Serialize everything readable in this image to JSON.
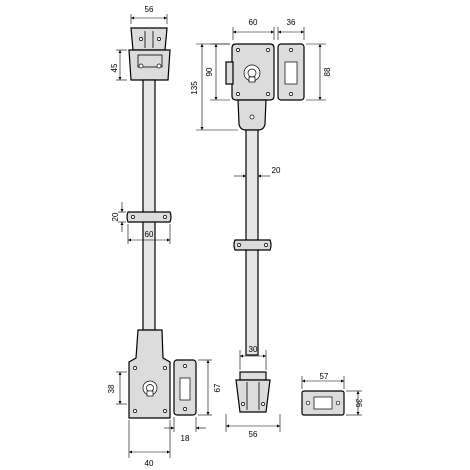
{
  "dimensions": {
    "left_top_width": "56",
    "left_top_height": "45",
    "bracket_thickness": "20",
    "bracket_width": "60",
    "left_lock_height": "38",
    "left_keeper_height": "67",
    "left_keeper_width": "18",
    "left_lock_width": "40",
    "right_lock_width": "60",
    "right_keeper_width": "36",
    "right_lock_height": "90",
    "right_total_height": "135",
    "right_keeper_height": "88",
    "rod_diameter": "20",
    "guide_width": "30",
    "guide_base_width": "56",
    "strike_width": "57",
    "strike_height": "36"
  }
}
